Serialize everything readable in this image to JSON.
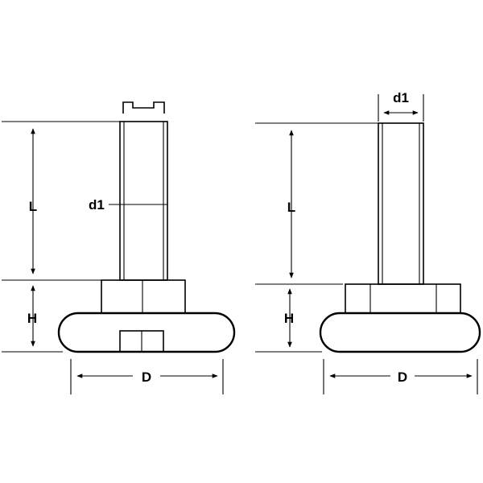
{
  "left_view": {
    "label_L": "L",
    "label_H": "H",
    "label_D": "D",
    "label_d1": "d1"
  },
  "right_view": {
    "label_L": "L",
    "label_H": "H",
    "label_D": "D",
    "label_d1": "d1"
  },
  "colors": {
    "line": "#000000",
    "background": "#ffffff"
  }
}
